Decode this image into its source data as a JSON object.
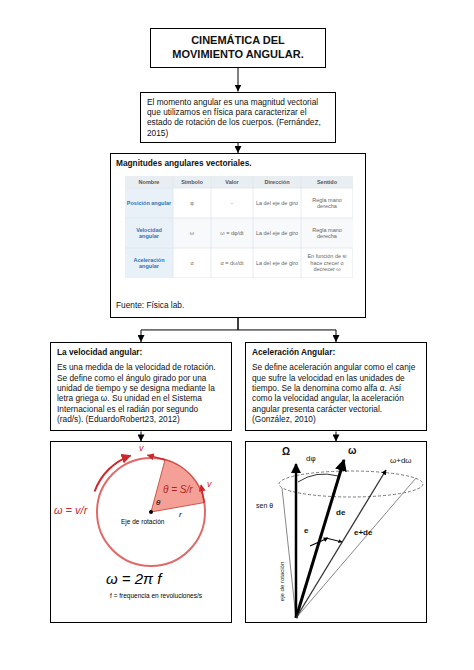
{
  "diagram": {
    "nodes": [
      {
        "text": [
          "CINEMÁTICA DEL MOVIMIENTO ANGULAR."
        ]
      },
      {
        "text": [
          "El momento angular es una magnitud vectorial que utilizamos en física para caracterizar el estado de rotación de los cuerpos. (Fernández, 2015)"
        ]
      },
      {
        "text": [
          "Magnitudes angulares vectoriales.",
          "Fuente: Física lab."
        ]
      },
      {
        "text": [
          "La velocidad angular:",
          "Es una medida de la velocidad de rotación. Se define como el ángulo girado por una unidad de tiempo y se designa mediante la letra griega ω. Su unidad en el Sistema Internacional es el radián por segundo (rad/s). (EduardoRobert23, 2012)"
        ]
      },
      {
        "text": [
          "Aceleración Angular:",
          "Se define aceleración angular como el canje que sufre la velocidad en las unidades de tiempo. Se la denomina como alfa α. Así como la velocidad angular, la aceleración angular presenta carácter vectorial. (González, 2010)"
        ]
      },
      {
        "text": [
          "v",
          "v",
          "θ = S/r",
          "ω = v/r",
          "r",
          "θ",
          "Eje de rotación",
          "ω = 2π f",
          "f = frequencia en revoluciones/s"
        ]
      },
      {
        "text": [
          "Ω",
          "dφ",
          "ω",
          "ω+dω",
          "sen θ",
          "e",
          "de",
          "e+de",
          "eje de rotación"
        ]
      }
    ],
    "edges": [
      {
        "from": 0,
        "to": 1,
        "arrow": "to"
      },
      {
        "from": 1,
        "to": 2,
        "arrow": "to"
      },
      {
        "from": 2,
        "to": 3,
        "arrow": "to"
      },
      {
        "from": 2,
        "to": 4,
        "arrow": "to"
      },
      {
        "from": 3,
        "to": 5,
        "arrow": "to"
      },
      {
        "from": 4,
        "to": 6,
        "arrow": "to"
      }
    ],
    "labels": [
      "Nombre",
      "Símbolo",
      "Valor",
      "Dirección",
      "Sentido",
      "Posición angular",
      "φ",
      "-",
      "La del eje de giro",
      "Regla mano derecha",
      "Velocidad angular",
      "ω",
      "ω = dφ/dt",
      "La del eje de giro",
      "Regla mano derecha",
      "Aceleración angular",
      "α",
      "α = dω/dt",
      "La del eje de giro",
      "En función de si hace crecer o decrecer ω"
    ]
  }
}
